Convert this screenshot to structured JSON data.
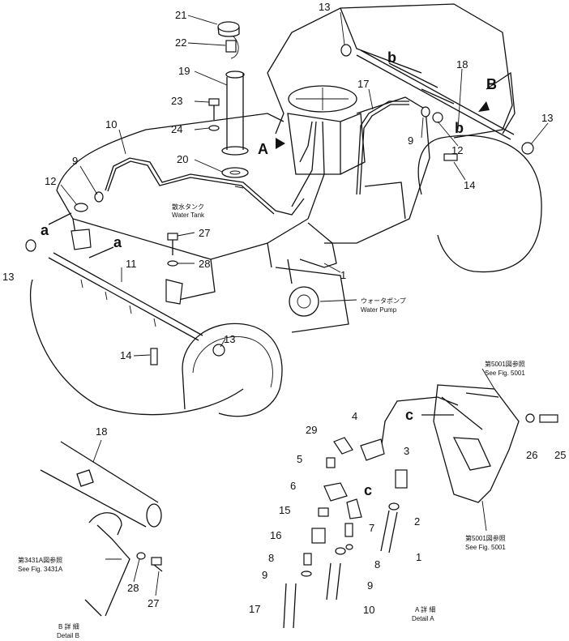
{
  "callouts": {
    "n21": "21",
    "n22": "22",
    "n19": "19",
    "n23": "23",
    "n24": "24",
    "n20": "20",
    "n10": "10",
    "n9a": "9",
    "n12a": "12",
    "a1": "a",
    "a2": "a",
    "n13a": "13",
    "n11": "11",
    "n27a": "27",
    "n28a": "28",
    "n14a": "14",
    "n13b": "13",
    "n13c": "13",
    "b1": "b",
    "b2": "b",
    "n18a": "18",
    "B": "B",
    "n17a": "17",
    "n9b": "9",
    "n12b": "12",
    "n13d": "13",
    "n14b": "14",
    "A": "A",
    "n1a": "1",
    "n18b": "18",
    "n28b": "28",
    "n27b": "27",
    "n4": "4",
    "n29": "29",
    "n5": "5",
    "n3": "3",
    "n6": "6",
    "c1": "c",
    "c2": "c",
    "n15": "15",
    "n7": "7",
    "n2": "2",
    "n16": "16",
    "n8a": "8",
    "n8b": "8",
    "n1b": "1",
    "n9c": "9",
    "n9d": "9",
    "n10b": "10",
    "n17b": "17",
    "n26": "26",
    "n25": "25"
  },
  "labels": {
    "water_tank_jp": "散水タンク",
    "water_tank_en": "Water Tank",
    "water_pump_jp": "ウォータポンプ",
    "water_pump_en": "Water Pump",
    "fig5001a_jp": "第5001図参照",
    "fig5001a_en": "See Fig. 5001",
    "fig5001b_jp": "第5001図参照",
    "fig5001b_en": "See Fig. 5001",
    "fig3431_jp": "第3431A図参照",
    "fig3431_en": "See Fig. 3431A",
    "detailb_jp": "B 詳 細",
    "detailb_en": "Detail B",
    "detaila_jp": "A 詳 細",
    "detaila_en": "Detail A"
  }
}
